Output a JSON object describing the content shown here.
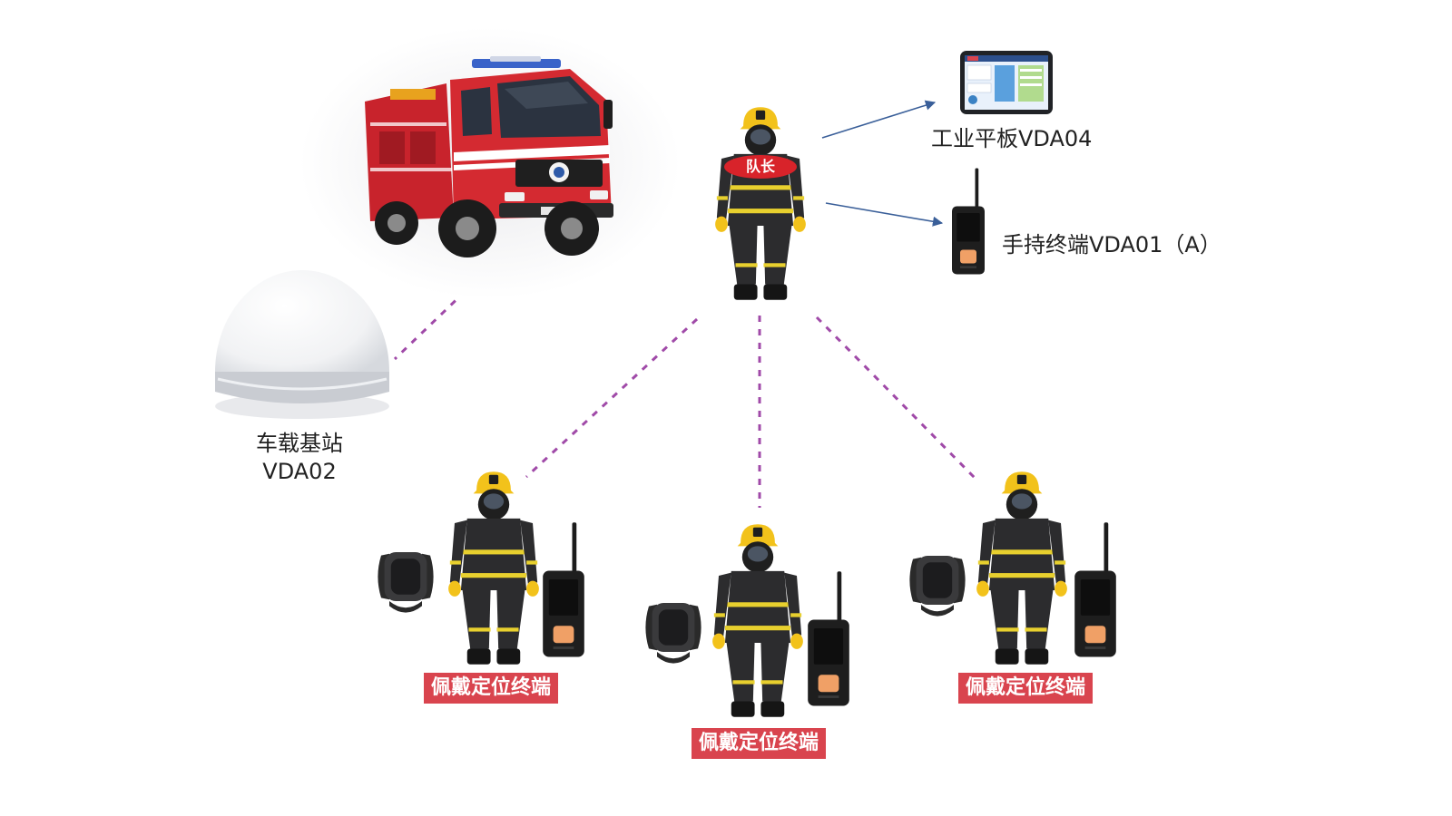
{
  "colors": {
    "connector_dashed": "#a04aa8",
    "connector_solid": "#3a5f99",
    "tag_bg": "#d9444e",
    "armband_bg": "#d8232a",
    "truck_red": "#c8232c",
    "helmet_yellow": "#f2c21b",
    "suit_dark": "#2c2c2e",
    "reflective_stripe": "#e8d02e"
  },
  "nodes": {
    "fire_truck": {
      "icon": "fire-truck-icon"
    },
    "base_station": {
      "icon": "dome-antenna-icon",
      "label_line1": "车载基站",
      "label_line2": "VDA02"
    },
    "captain": {
      "icon": "firefighter-icon",
      "armband": "队长"
    },
    "tablet": {
      "icon": "tablet-icon",
      "label": "工业平板VDA04"
    },
    "handheld": {
      "icon": "radio-terminal-icon",
      "label": "手持终端VDA01（A）"
    },
    "wearables": [
      {
        "icon": "firefighter-icon",
        "tag": "佩戴定位终端"
      },
      {
        "icon": "firefighter-icon",
        "tag": "佩戴定位终端"
      },
      {
        "icon": "firefighter-icon",
        "tag": "佩戴定位终端"
      }
    ]
  }
}
